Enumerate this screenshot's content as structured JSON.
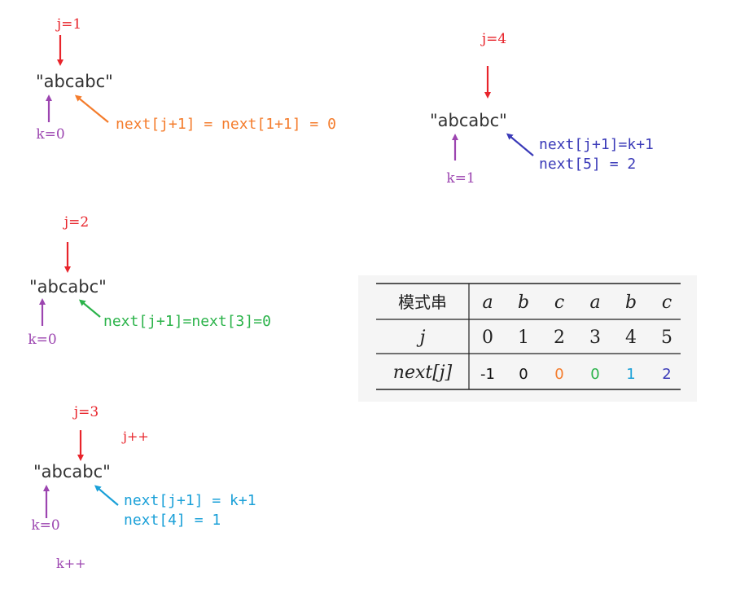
{
  "colors": {
    "red": "#e8242b",
    "purple": "#9c45b0",
    "orange": "#f47c2c",
    "green": "#2bb34a",
    "cyan": "#1aa0d8",
    "navy": "#3a3ab8",
    "text": "#333333",
    "table_bg": "#f5f5f5"
  },
  "steps": [
    {
      "j_label": "j=1",
      "k_label": "k=0",
      "string": "\"abcabc\"",
      "note_lines": [
        "next[j+1] = next[1+1] = 0"
      ],
      "note_color": "orange"
    },
    {
      "j_label": "j=4",
      "k_label": "k=1",
      "string": "\"abcabc\"",
      "note_lines": [
        "next[j+1]=k+1",
        "next[5] = 2"
      ],
      "note_color": "navy"
    },
    {
      "j_label": "j=2",
      "k_label": "k=0",
      "string": "\"abcabc\"",
      "note_lines": [
        "next[j+1]=next[3]=0"
      ],
      "note_color": "green"
    },
    {
      "j_label": "j=3",
      "k_label": "k=0",
      "string": "\"abcabc\"",
      "note_lines": [
        "next[j+1] = k+1",
        "next[4] = 1"
      ],
      "note_color": "cyan",
      "extra_j": "j++",
      "extra_k": "k++"
    }
  ],
  "table": {
    "row_headers": [
      "模式串",
      "j",
      "next[j]"
    ],
    "pattern": [
      "a",
      "b",
      "c",
      "a",
      "b",
      "c"
    ],
    "j_values": [
      "0",
      "1",
      "2",
      "3",
      "4",
      "5"
    ],
    "next_values": [
      "-1",
      "0",
      "0",
      "0",
      "1",
      "2"
    ],
    "next_colors": [
      "#111111",
      "#111111",
      "#f47c2c",
      "#2bb34a",
      "#1aa0d8",
      "#3a3ab8"
    ]
  }
}
